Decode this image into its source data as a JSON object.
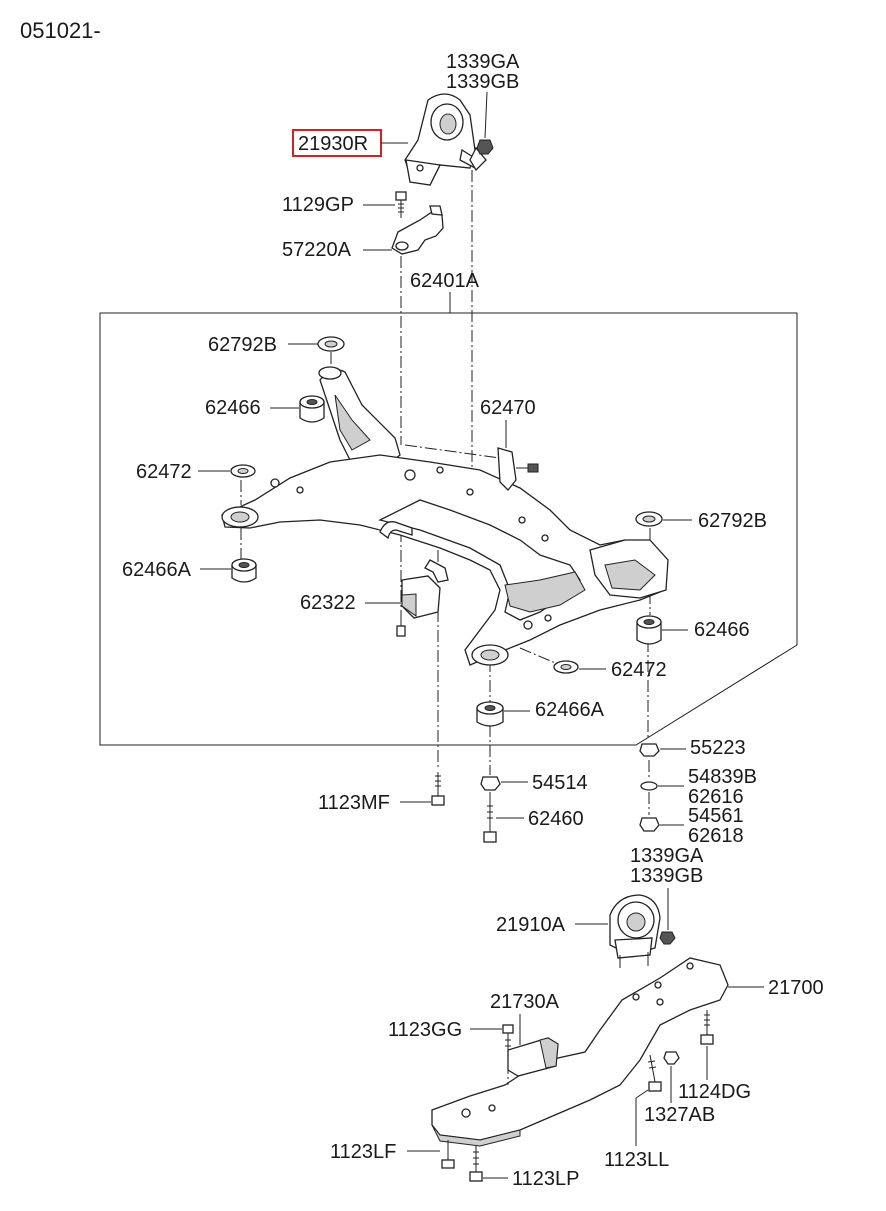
{
  "header_code": "051021-",
  "highlight_color": "#d62020",
  "labels": {
    "p_1339ga_top": "1339GA",
    "p_1339gb_top": "1339GB",
    "p_21930r": "21930R",
    "p_1129gp": "1129GP",
    "p_57220a": "57220A",
    "p_62401a": "62401A",
    "p_62792b_left": "62792B",
    "p_62466_left": "62466",
    "p_62470": "62470",
    "p_62472_left": "62472",
    "p_62792b_right": "62792B",
    "p_62466a_left": "62466A",
    "p_62322": "62322",
    "p_62466_right": "62466",
    "p_62472_right": "62472",
    "p_62466a_right": "62466A",
    "p_55223": "55223",
    "p_54514": "54514",
    "p_54839b": "54839B",
    "p_62616": "62616",
    "p_1123mf": "1123MF",
    "p_62460": "62460",
    "p_54561": "54561",
    "p_62618": "62618",
    "p_1339ga_bot": "1339GA",
    "p_1339gb_bot": "1339GB",
    "p_21910a": "21910A",
    "p_21700": "21700",
    "p_21730a": "21730A",
    "p_1123gg": "1123GG",
    "p_1124dg": "1124DG",
    "p_1327ab": "1327AB",
    "p_1123lf": "1123LF",
    "p_1123ll": "1123LL",
    "p_1123lp": "1123LP"
  }
}
